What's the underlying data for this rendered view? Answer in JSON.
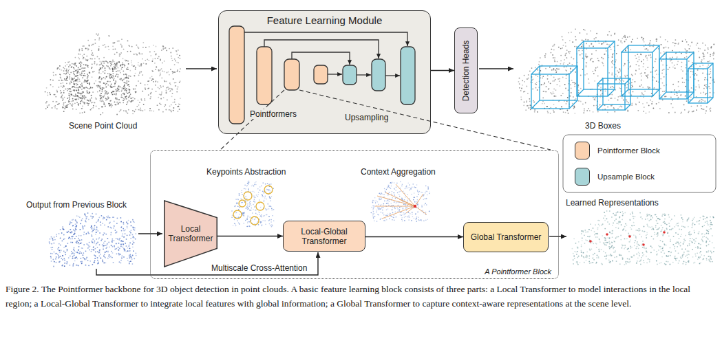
{
  "diagram": {
    "caption": "Figure 2. The Pointformer backbone for 3D object detection in point clouds. A basic feature learning block consists of three parts: a Local Transformer to model interactions in the local region; a Local-Global Transformer to integrate local features with global information; a Global Transformer to capture context-aware representations at the scene level.",
    "nodes": [
      {
        "text": [
          "Feature Learning Module",
          "Pointformers",
          "Upsampling"
        ]
      },
      {
        "text": [
          "Detection Heads"
        ]
      },
      {
        "text": [
          "A Pointformer Block"
        ]
      },
      {
        "text": [
          "Local Transformer"
        ],
        "in": 2
      },
      {
        "text": [
          "Local-Global Transformer"
        ],
        "in": 2
      },
      {
        "text": [
          "Global Transformer"
        ],
        "in": 2
      }
    ],
    "edges": [
      {
        "from": 0,
        "to": 1,
        "arrow": "to"
      },
      {
        "from": 3,
        "to": 4,
        "arrow": "to"
      },
      {
        "from": 4,
        "to": 5,
        "arrow": "to"
      }
    ],
    "labels": [
      "Scene Point Cloud",
      "3D Boxes",
      "Output from Previous Block",
      "Keypoints Abstraction",
      "Context Aggregation",
      "Multiscale Cross-Attention",
      "Learned Representations"
    ],
    "legend": [
      {
        "text": "Pointformer Block",
        "color": "#fbd3b2"
      },
      {
        "text": "Upsample Block",
        "color": "#a8d5d8"
      }
    ]
  }
}
